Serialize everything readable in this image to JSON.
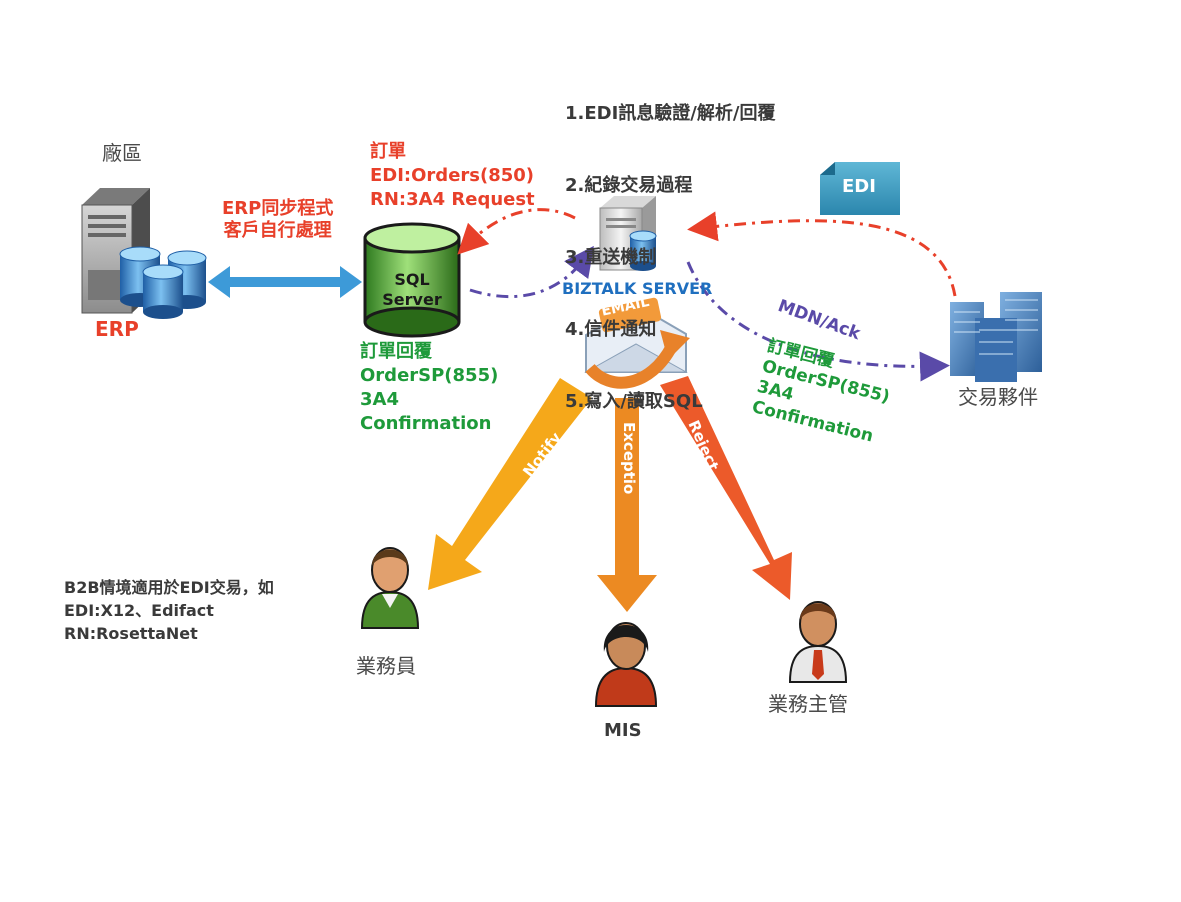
{
  "features": [
    "1.EDI訊息驗證/解析/回覆",
    "2.紀錄交易過程",
    "3.重送機制",
    "4.信件通知",
    "5.寫入/讀取SQL"
  ],
  "factory_label": "廠區",
  "erp_label": "ERP",
  "erp_sync_label": "ERP同步程式\n客戶自行處理",
  "order_label": "訂單\nEDI:Orders(850)\nRN:3A4 Request",
  "sql_label": "SQL\nServer",
  "order_reply_label": "訂單回覆\nOrderSP(855)\n3A4\nConfirmation",
  "biztalk_label": "BIZTALK SERVER",
  "email_label": "EMAIL",
  "edi_tag": "EDI",
  "mdn_label": "MDN/Ack",
  "partner_order_reply": "訂單回覆\nOrderSP(855)\n3A4\nConfirmation",
  "partner_label": "交易夥伴",
  "arrow_notify": "Notify",
  "arrow_exception": "Exceptio",
  "arrow_reject": "Reject",
  "b2b_note": "B2B情境適用於EDI交易，如\nEDI:X12、Edifact\nRN:RosettaNet",
  "sales_label": "業務員",
  "mis_label": "MIS",
  "manager_label": "業務主管",
  "colors": {
    "red": "#e8402a",
    "green": "#1e9a3a",
    "blue_arrow": "#3d9ad8",
    "purple": "#5a4aa8",
    "notify": "#f5a81a",
    "exception": "#ec8a22",
    "reject": "#ec5a2a",
    "biztalk": "#1f6fbf"
  }
}
